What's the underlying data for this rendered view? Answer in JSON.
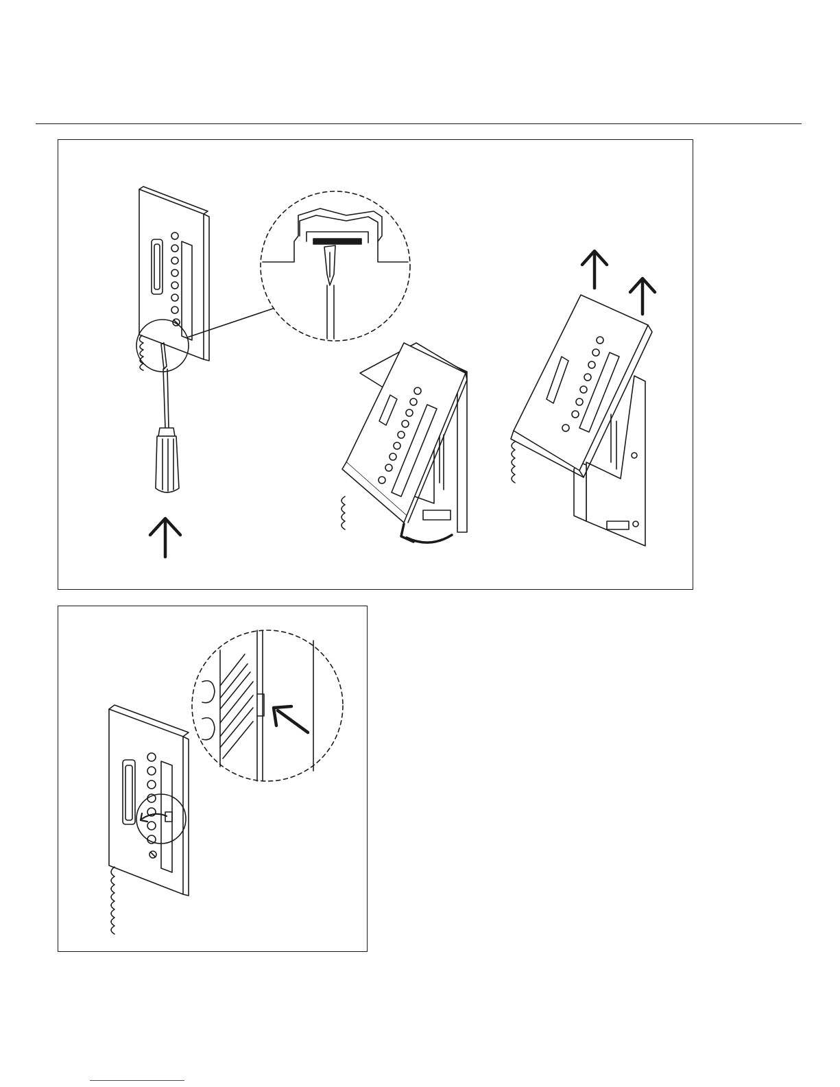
{
  "document": {
    "page_label": "",
    "figures": [
      {
        "id": "figure-1",
        "caption": "",
        "steps": [
          "insert-screwdriver",
          "tilt-cover",
          "lift-cover"
        ],
        "icons": [
          "thermostat-device-icon",
          "screwdriver-icon",
          "detail-magnifier-icon",
          "up-arrow-icon",
          "curved-arrow-icon"
        ]
      },
      {
        "id": "figure-2",
        "caption": "",
        "steps": [
          "slide-switch-detail"
        ],
        "icons": [
          "thermostat-device-icon",
          "detail-magnifier-icon",
          "diagonal-arrow-icon",
          "rotate-arrow-icon"
        ]
      }
    ],
    "colors": {
      "ink": "#1a1a1a",
      "paper": "#ffffff",
      "link": "#3b3bd6"
    }
  }
}
